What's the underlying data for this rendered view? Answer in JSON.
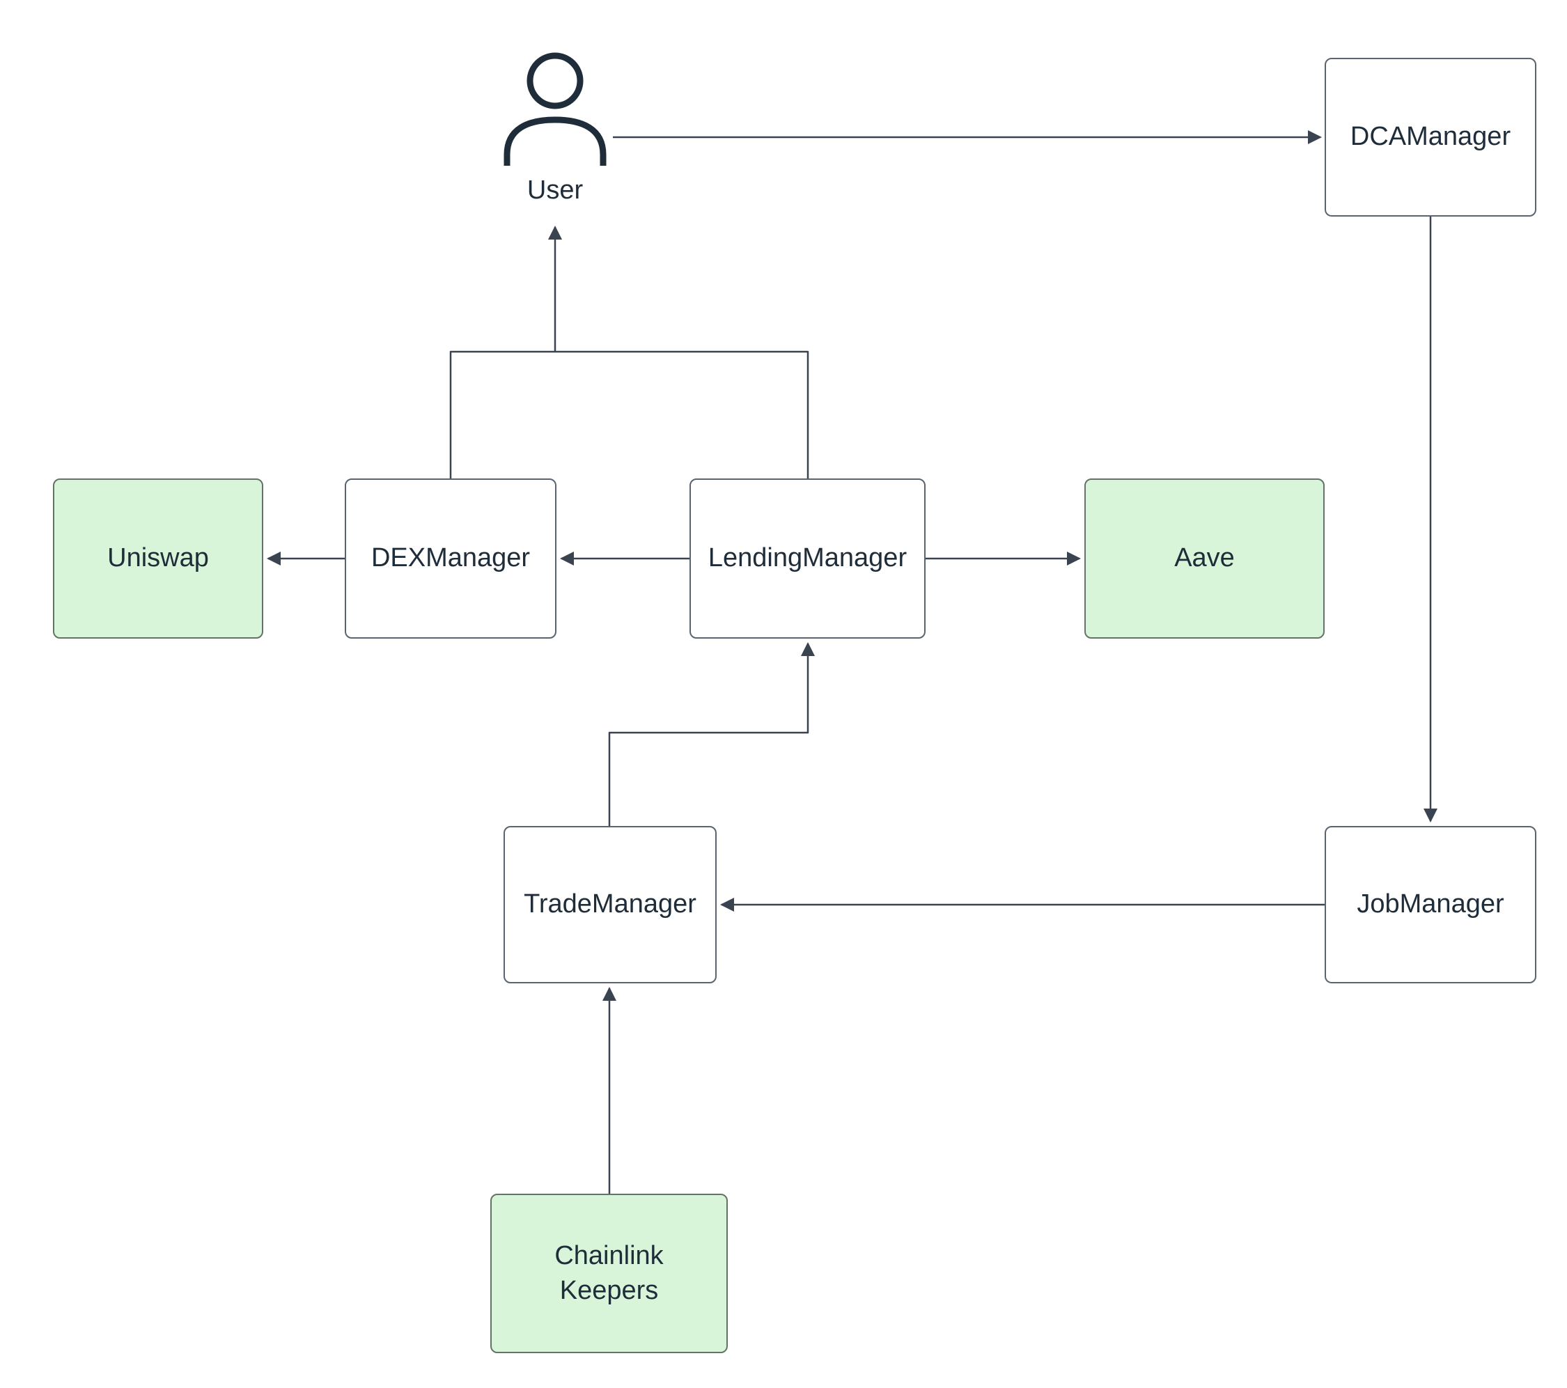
{
  "diagram": {
    "colors": {
      "background": "#ffffff",
      "edge_stroke": "#3a4450",
      "box_border": "#5a6470",
      "box_fill": "#ffffff",
      "external_fill": "#d9f5d9",
      "text": "#1f2d3a"
    },
    "nodes": {
      "user": {
        "label": "User",
        "type": "actor"
      },
      "dcamanager": {
        "label": "DCAManager",
        "type": "process"
      },
      "uniswap": {
        "label": "Uniswap",
        "type": "external"
      },
      "dexmanager": {
        "label": "DEXManager",
        "type": "process"
      },
      "lendingmanager": {
        "label": "LendingManager",
        "type": "process"
      },
      "aave": {
        "label": "Aave",
        "type": "external"
      },
      "trademanager": {
        "label": "TradeManager",
        "type": "process"
      },
      "jobmanager": {
        "label": "JobManager",
        "type": "process"
      },
      "chainlink": {
        "label": "Chainlink Keepers",
        "type": "external"
      }
    },
    "edges": [
      {
        "from": "user",
        "to": "dcamanager"
      },
      {
        "from": "dexmanager",
        "to": "user"
      },
      {
        "from": "lendingmanager",
        "to": "user"
      },
      {
        "from": "lendingmanager",
        "to": "dexmanager"
      },
      {
        "from": "dexmanager",
        "to": "uniswap"
      },
      {
        "from": "lendingmanager",
        "to": "aave"
      },
      {
        "from": "dcamanager",
        "to": "jobmanager"
      },
      {
        "from": "jobmanager",
        "to": "trademanager"
      },
      {
        "from": "chainlink",
        "to": "trademanager"
      },
      {
        "from": "trademanager",
        "to": "lendingmanager"
      }
    ]
  }
}
